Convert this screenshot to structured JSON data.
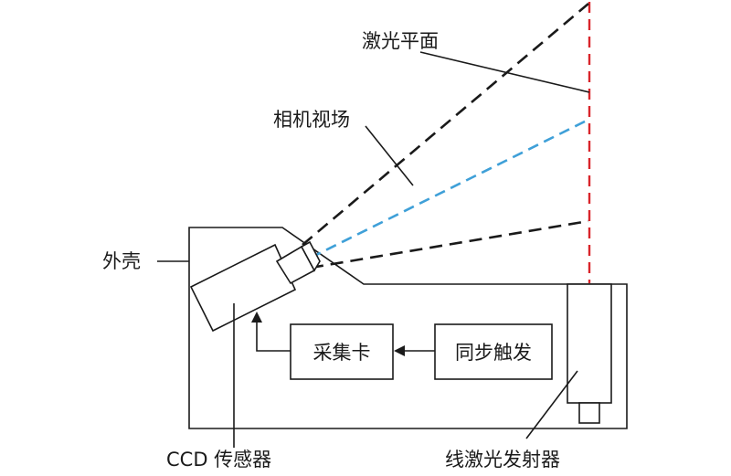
{
  "labels": {
    "laser_plane": "激光平面",
    "camera_fov": "相机视场",
    "housing": "外壳",
    "acquisition_card": "采集卡",
    "sync_trigger": "同步触发",
    "ccd_sensor": "CCD 传感器",
    "line_laser_emitter": "线激光发射器"
  },
  "colors": {
    "outline": "#1a1a1a",
    "laser": "#d9252b",
    "fov_center": "#3fa0d8"
  }
}
